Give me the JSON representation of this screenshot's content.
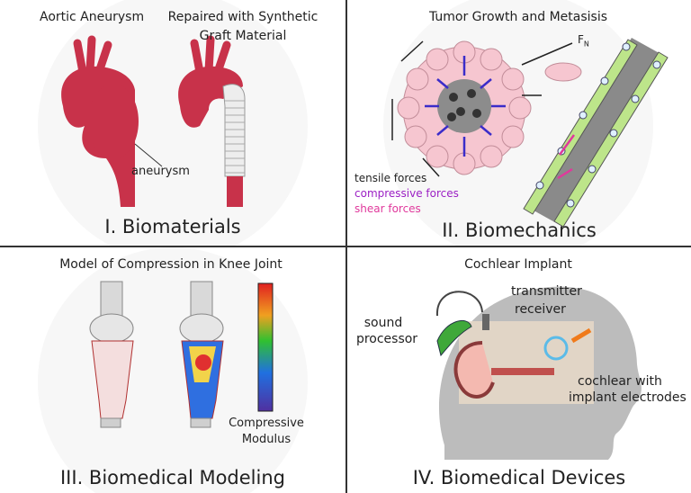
{
  "panels": {
    "biomaterials": {
      "title": "I. Biomaterials",
      "label_left": "Aortic Aneurysm",
      "label_right_line1": "Repaired with Synthetic",
      "label_right_line2": "Graft Material",
      "callout": "aneurysm"
    },
    "biomechanics": {
      "title": "II. Biomechanics",
      "heading": "Tumor Growth and Metasisis",
      "force_label": "F",
      "force_sub": "N",
      "legend": [
        {
          "text": "tensile forces",
          "color": "#222222"
        },
        {
          "text": "compressive forces",
          "color": "#9b1fc4"
        },
        {
          "text": "shear forces",
          "color": "#e0399c"
        }
      ]
    },
    "modeling": {
      "title": "III. Biomedical Modeling",
      "heading": "Model of Compression in Knee Joint",
      "colorbar_label_line1": "Compressive",
      "colorbar_label_line2": "Modulus"
    },
    "devices": {
      "title": "IV. Biomedical Devices",
      "heading": "Cochlear Implant",
      "transmitter": "transmitter",
      "receiver": "receiver",
      "sound_line1": "sound",
      "sound_line2": "processor",
      "cochlear_line1": "cochlear with",
      "cochlear_line2": "implant electrodes"
    }
  },
  "colors": {
    "aorta": "#c8324a",
    "cell": "#f6c6d0",
    "tumor_core": "#8c8c8c",
    "vessel_cell": "#bde58a",
    "head": "#bcbcbc",
    "processor": "#3fa83a"
  }
}
